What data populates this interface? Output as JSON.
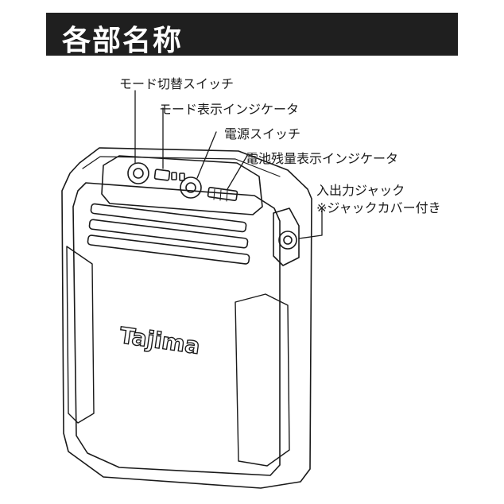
{
  "header": {
    "title": "各部名称"
  },
  "callouts": {
    "mode_switch": "モード切替スイッチ",
    "mode_indicator": "モード表示インジケータ",
    "power_switch": "電源スイッチ",
    "battery_indicator": "電池残量表示インジケータ",
    "io_jack": "入出力ジャック",
    "io_jack_note": "※ジャックカバー付き"
  },
  "device": {
    "brand": "Tajima"
  },
  "colors": {
    "header_bg": "#1f1f1f",
    "header_text": "#ffffff",
    "line": "#1a1a1a"
  }
}
